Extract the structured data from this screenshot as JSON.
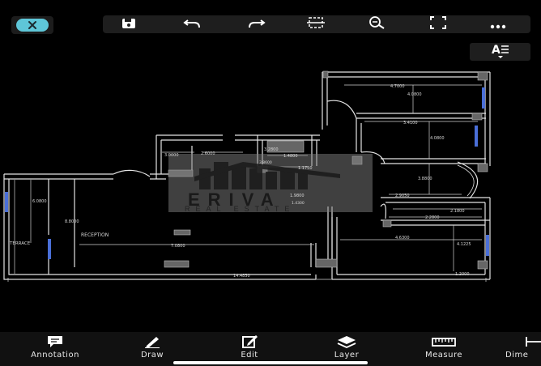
{
  "toolbar": {
    "icons": [
      "save-icon",
      "undo-icon",
      "redo-icon",
      "select-area-icon",
      "zoom-search-icon",
      "fullscreen-icon",
      "more-icon"
    ]
  },
  "text_style_icon": "text-style-icon",
  "drawing": {
    "watermark": {
      "brand": "ERIVA",
      "subtitle": "REAL ESTATE"
    },
    "room_labels": {
      "reception": "RECEPTION",
      "terrace": "TERRACE"
    },
    "dimensions": [
      "4.7000",
      "4.0800",
      "3.4100",
      "4.0800",
      "3.8800",
      "2.9050",
      "2.1800",
      "2.2800",
      "4.6300",
      "4.1225",
      "1.2000",
      "14.4850",
      "7.0800",
      "8.8000",
      "6.0800",
      "3.0000",
      "2.6000",
      "3.2800",
      "1.4800",
      "1.1750",
      "1.9800",
      "3.8600",
      "1.4300"
    ]
  },
  "bottom_nav": [
    {
      "label": "Annotation",
      "icon": "annotation-icon"
    },
    {
      "label": "Draw",
      "icon": "pencil-icon"
    },
    {
      "label": "Edit",
      "icon": "edit-icon"
    },
    {
      "label": "Layer",
      "icon": "layers-icon"
    },
    {
      "label": "Measure",
      "icon": "ruler-icon"
    },
    {
      "label": "Dime",
      "icon": "dimension-icon"
    }
  ],
  "colors": {
    "accent": "#5ec6d8",
    "background": "#000000",
    "toolbar": "#1e1e1e",
    "window_marker": "#4a6fd8"
  }
}
